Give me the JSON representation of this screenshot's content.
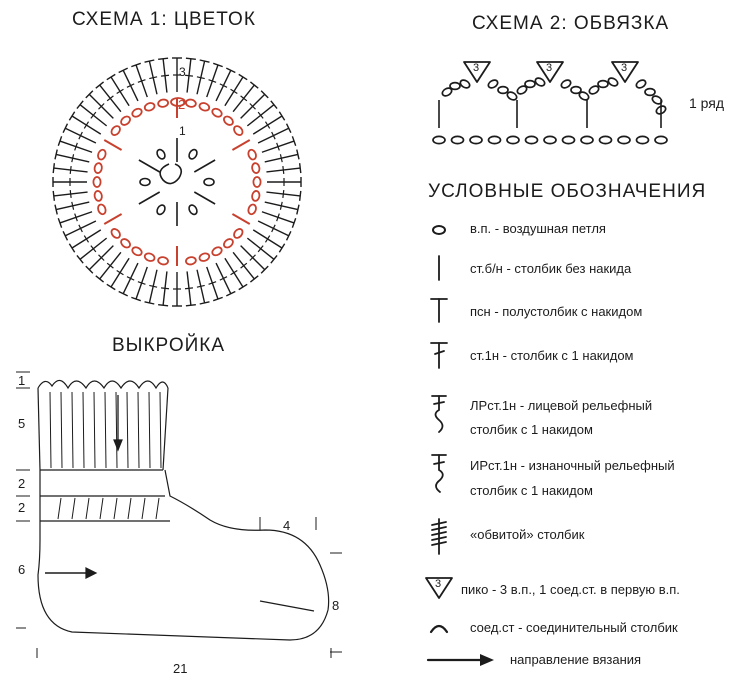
{
  "scheme1": {
    "title": "СХЕМА 1: ЦВЕТОК",
    "row_numbers": [
      "3",
      "2",
      "1"
    ],
    "colors": {
      "ink": "#1c1c1c",
      "accent": "#c8412e"
    }
  },
  "scheme2": {
    "title": "СХЕМА 2: ОБВЯЗКА",
    "picot_label": "3",
    "row_label": "1 ряд"
  },
  "pattern": {
    "title": "ВЫКРОЙКА",
    "dims_left": [
      "1",
      "5",
      "2",
      "2",
      "6"
    ],
    "dim_top_right": "4",
    "dim_right": "8",
    "dim_bottom": "21"
  },
  "legend": {
    "title": "УСЛОВНЫЕ ОБОЗНАЧЕНИЯ",
    "items": [
      {
        "icon": "chain-stitch-icon",
        "text": "в.п. - воздушная петля"
      },
      {
        "icon": "single-crochet-icon",
        "text": "ст.б/н - столбик без накида"
      },
      {
        "icon": "half-double-crochet-icon",
        "text": "псн - полустолбик с накидом"
      },
      {
        "icon": "double-crochet-icon",
        "text": "ст.1н - столбик с 1 накидом"
      },
      {
        "icon": "front-post-dc-icon",
        "text": "ЛРст.1н - лицевой рельефный",
        "text2": "столбик с 1 накидом"
      },
      {
        "icon": "back-post-dc-icon",
        "text": "ИРст.1н - изнаночный рельефный",
        "text2": "столбик с 1 накидом"
      },
      {
        "icon": "bullion-stitch-icon",
        "text": "«обвитой» столбик"
      },
      {
        "icon": "picot-icon",
        "text": "пико - 3 в.п., 1 соед.ст. в первую в.п.",
        "badge": "3"
      },
      {
        "icon": "slip-stitch-icon",
        "text": "соед.ст - соединительный столбик"
      },
      {
        "icon": "arrow-right-icon",
        "text": "направление вязания"
      }
    ]
  }
}
